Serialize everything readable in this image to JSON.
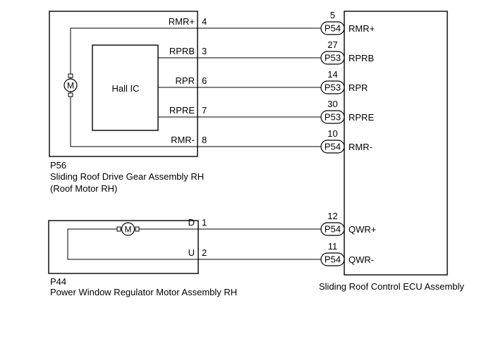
{
  "roof_motor_assembly": {
    "connector_id": "P56",
    "name_line1": "Sliding Roof Drive Gear Assembly RH",
    "name_line2": "(Roof Motor RH)",
    "hall_ic_label": "Hall IC",
    "motor_symbol": "M",
    "motor_icon": "dc-motor-icon"
  },
  "window_motor_assembly": {
    "connector_id": "P44",
    "name": "Power Window Regulator Motor Assembly RH",
    "motor_symbol": "M",
    "motor_icon": "dc-motor-icon"
  },
  "ecu": {
    "name": "Sliding Roof Control ECU Assembly"
  },
  "wires": [
    {
      "signal": "RMR+",
      "device_pin": "4",
      "ecu_pin": "5",
      "ecu_connector": "P54",
      "ecu_signal": "RMR+"
    },
    {
      "signal": "RPRB",
      "device_pin": "3",
      "ecu_pin": "27",
      "ecu_connector": "P53",
      "ecu_signal": "RPRB"
    },
    {
      "signal": "RPR",
      "device_pin": "6",
      "ecu_pin": "14",
      "ecu_connector": "P53",
      "ecu_signal": "RPR"
    },
    {
      "signal": "RPRE",
      "device_pin": "7",
      "ecu_pin": "30",
      "ecu_connector": "P53",
      "ecu_signal": "RPRE"
    },
    {
      "signal": "RMR-",
      "device_pin": "8",
      "ecu_pin": "10",
      "ecu_connector": "P54",
      "ecu_signal": "RMR-"
    },
    {
      "signal": "D",
      "device_pin": "1",
      "ecu_pin": "12",
      "ecu_connector": "P54",
      "ecu_signal": "QWR+"
    },
    {
      "signal": "U",
      "device_pin": "2",
      "ecu_pin": "11",
      "ecu_connector": "P54",
      "ecu_signal": "QWR-"
    }
  ]
}
